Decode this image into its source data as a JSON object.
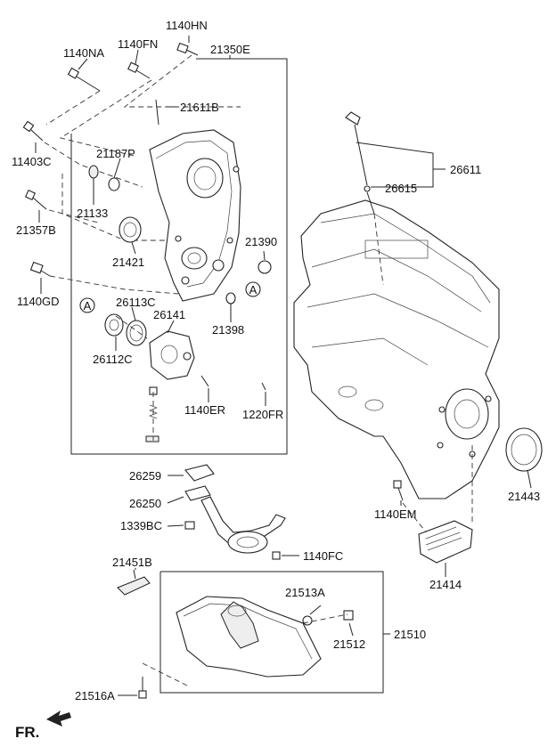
{
  "diagram": {
    "labels": {
      "1140HN": "1140HN",
      "1140NA": "1140NA",
      "1140FN": "1140FN",
      "21350E": "21350E",
      "21611B": "21611B",
      "11403C": "11403C",
      "21187P": "21187P",
      "21133": "21133",
      "21357B": "21357B",
      "21421": "21421",
      "21390": "21390",
      "1140GD": "1140GD",
      "26113C": "26113C",
      "26141": "26141",
      "21398": "21398",
      "26112C": "26112C",
      "1140ER": "1140ER",
      "1220FR": "1220FR",
      "26611": "26611",
      "26615": "26615",
      "21443": "21443",
      "26259": "26259",
      "26250": "26250",
      "1339BC": "1339BC",
      "1140FC": "1140FC",
      "1140EM": "1140EM",
      "21414": "21414",
      "21451B": "21451B",
      "21513A": "21513A",
      "21510": "21510",
      "21512": "21512",
      "21516A": "21516A"
    },
    "callout_a": "A",
    "front_marker": "FR."
  }
}
